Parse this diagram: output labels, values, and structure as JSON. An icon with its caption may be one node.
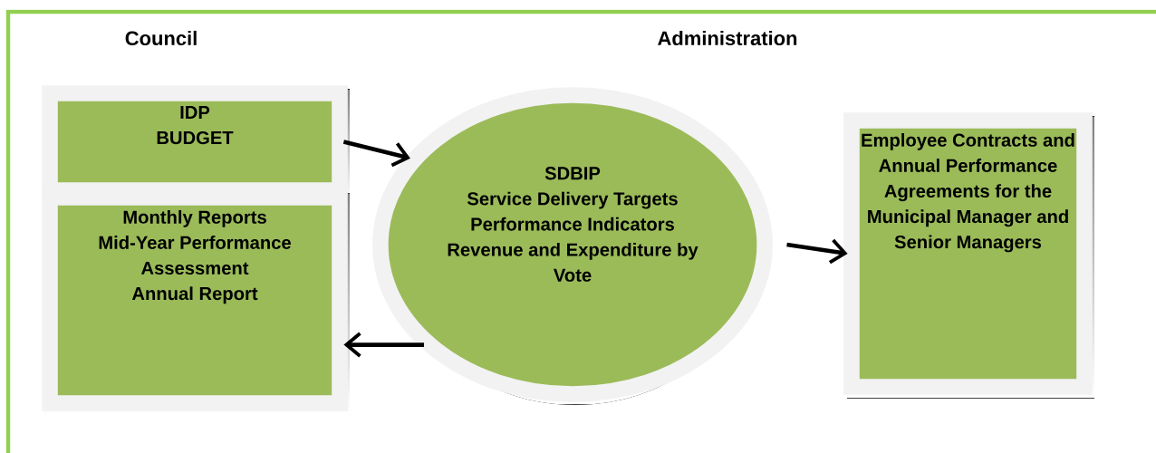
{
  "diagram": {
    "nodes": [
      {
        "text": [
          "IDP",
          "BUDGET"
        ]
      },
      {
        "text": [
          "Monthly Reports",
          "Mid-Year Performance Assessment",
          "Annual Report"
        ]
      },
      {
        "text": [
          "SDBIP",
          "Service Delivery Targets",
          "Performance Indicators",
          "Revenue and Expenditure by Vote"
        ]
      },
      {
        "text": [
          "Employee Contracts and Annual Performance Agreements for the Municipal Manager and Senior Managers"
        ]
      }
    ],
    "edges": [
      {
        "from": 0,
        "to": 2,
        "arrow": "to"
      },
      {
        "from": 2,
        "to": 3,
        "arrow": "to"
      },
      {
        "from": 2,
        "to": 1,
        "arrow": "to"
      }
    ],
    "labels": [
      "Council",
      "Administration"
    ]
  }
}
